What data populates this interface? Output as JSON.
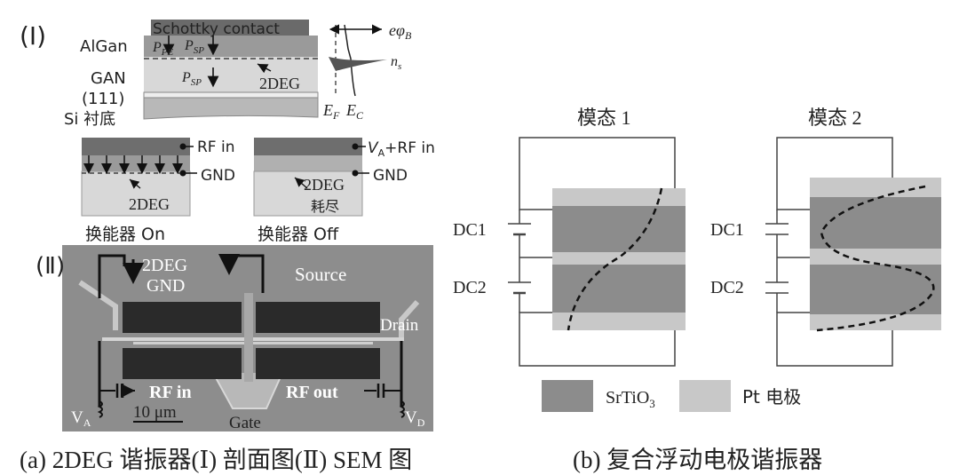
{
  "panel_a": {
    "part1_label": "(Ⅰ)",
    "schottky": "Schottky contact",
    "algan": "AlGan",
    "gan": "GAN",
    "si111": "(111)",
    "si_substrate": "Si 衬底",
    "p_pe": "P",
    "p_pe_sub": "PE",
    "p_sp": "P",
    "p_sp_sub": "SP",
    "twodeg": "2DEG",
    "e_phi_b": "eφ",
    "e_phi_b_sub": "B",
    "n_s": "n",
    "n_s_sub": "s",
    "e_f": "E",
    "e_f_sub": "F",
    "e_c": "E",
    "e_c_sub": "C",
    "on": {
      "rf_in": "RF in",
      "gnd": "GND",
      "twodeg": "2DEG",
      "caption": "换能器 On"
    },
    "off": {
      "va_rf": "V",
      "va_sub": "A",
      "va_rest": "+RF in",
      "gnd": "GND",
      "twodeg": "2DEG",
      "depleted": "耗尽",
      "caption": "换能器 Off"
    },
    "part2_label": "(Ⅱ)",
    "sem": {
      "twodeg": "2DEG",
      "gnd": "GND",
      "source": "Source",
      "drain": "Drain",
      "rf_in": "RF in",
      "rf_out": "RF out",
      "scale": "10 μm",
      "gate": "Gate",
      "va": "V",
      "va_sub": "A",
      "vd": "V",
      "vd_sub": "D"
    },
    "caption": "(a) 2DEG 谐振器(Ⅰ) 剖面图(Ⅱ) SEM 图"
  },
  "panel_b": {
    "mode1": "模态 1",
    "mode2": "模态 2",
    "dc1": "DC1",
    "dc2": "DC2",
    "legend_srtio3": "SrTiO",
    "legend_srtio3_sub": "3",
    "legend_pt": "Pt 电极",
    "caption": "(b) 复合浮动电极谐振器"
  },
  "colors": {
    "srtio3": "#8c8c8c",
    "pt": "#c8c8c8",
    "dark_layer": "#6e6e6e",
    "light_layer": "#d6d6d6",
    "sem_bg": "#8d8d8d"
  }
}
